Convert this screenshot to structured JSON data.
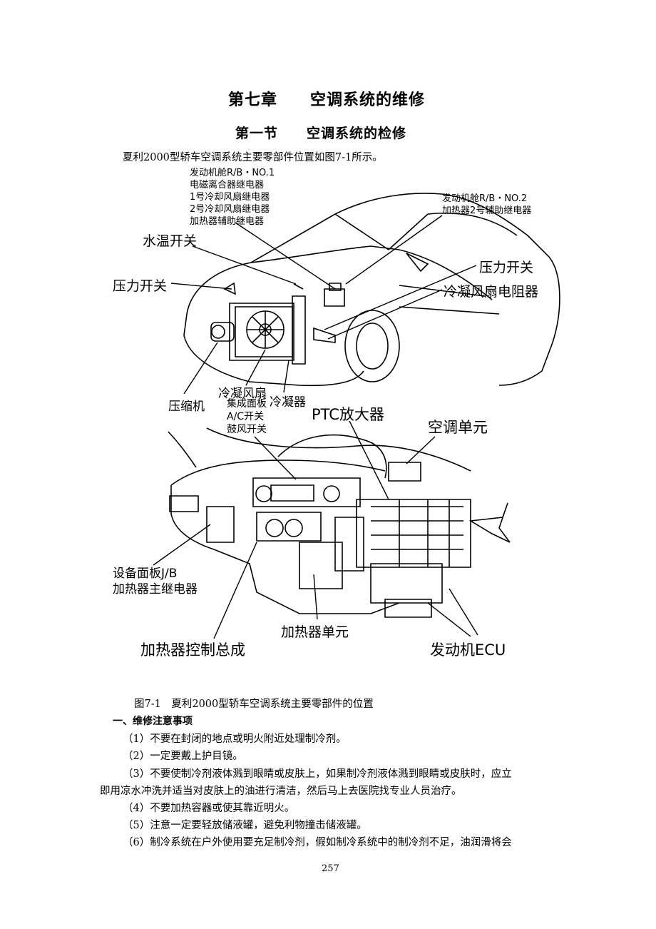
{
  "chapter_title": "第七章　　空调系统的维修",
  "section_title": "第一节　　空调系统的检修",
  "intro": "夏利2000型轿车空调系统主要零部件位置如图7-1所示。",
  "figure": {
    "car_labels": {
      "relay_box_1": [
        "发动机舱R/B・NO.1",
        "电磁离合器继电器",
        "1号冷却风扇继电器",
        "2号冷却风扇继电器",
        "加热器辅助继电器"
      ],
      "relay_box_2": [
        "发动机舱R/B・NO.2",
        "加热器2号辅助继电器"
      ],
      "water_temp_switch": "水温开关",
      "pressure_switch_left": "压力开关",
      "pressure_switch_right": "压力开关",
      "condenser_fan_resistor": "冷凝风扇电阻器",
      "compressor": "压缩机",
      "condenser_fan": "冷凝风扇",
      "condenser": "冷凝器"
    },
    "dash_labels": {
      "panel": [
        "集成面板",
        "A/C开关",
        "鼓风开关"
      ],
      "ptc_amplifier": "PTC放大器",
      "ac_unit": "空调单元",
      "instrument_jb": [
        "设备面板J/B",
        "加热器主继电器"
      ],
      "heater_unit": "加热器单元",
      "heater_control": "加热器控制总成",
      "engine_ecu": "发动机ECU"
    },
    "caption": "图7-1　夏利2000型轿车空调系统主要零部件的位置"
  },
  "notes": {
    "heading": "一、维修注意事项",
    "items": [
      "（1）不要在封闭的地点或明火附近处理制冷剂。",
      "（2）一定要戴上护目镜。",
      "（3）不要使制冷剂液体溅到眼睛或皮肤上，如果制冷剂液体溅到眼睛或皮肤时，应立",
      "即用凉水冲洗并适当对皮肤上的油进行清洁，然后马上去医院找专业人员治疗。",
      "（4）不要加热容器或使其靠近明火。",
      "（5）注意一定要轻放储液罐，避免利物撞击储液罐。",
      "（6）制冷系统在户外使用要充足制冷剂，假如制冷系统中的制冷剂不足，油润滑将会"
    ]
  },
  "page_number": "257"
}
